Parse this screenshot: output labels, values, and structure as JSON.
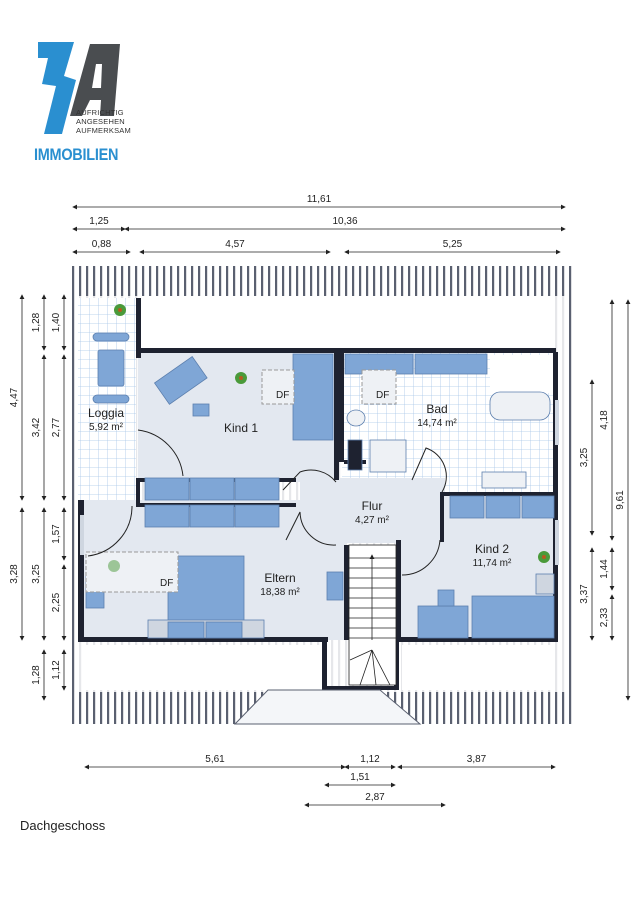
{
  "logo": {
    "mark": "3A",
    "taglines": [
      "AUFRICHTIG",
      "ANGESEHEN",
      "AUFMERKSAM"
    ],
    "name": "IMMOBILIEN",
    "colors": {
      "blue": "#2a8fd0",
      "grey": "#4a4d50"
    }
  },
  "floor_label": "Dachgeschoss",
  "rooms": {
    "loggia": {
      "name": "Loggia",
      "area": "5,92 m²"
    },
    "kind1": {
      "name": "Kind 1"
    },
    "bad": {
      "name": "Bad",
      "area": "14,74 m²"
    },
    "flur": {
      "name": "Flur",
      "area": "4,27 m²"
    },
    "kind2": {
      "name": "Kind 2",
      "area": "11,74 m²"
    },
    "eltern": {
      "name": "Eltern",
      "area": "18,38 m²"
    }
  },
  "window_label": "DF",
  "dimensions": {
    "top": [
      "11,61",
      "1,25",
      "10,36",
      "0,88",
      "4,57",
      "5,25"
    ],
    "left": [
      "4,47",
      "3,28",
      "1,28",
      "3,42",
      "3,25",
      "1,28",
      "1,40",
      "2,77",
      "1,57",
      "2,25",
      "1,12"
    ],
    "right": [
      "3,25",
      "3,37",
      "4,18",
      "1,44",
      "2,33",
      "9,61"
    ],
    "bottom": [
      "5,61",
      "1,12",
      "3,87",
      "1,51",
      "2,87"
    ]
  },
  "colors": {
    "furniture": "#7fa6d6",
    "floor": "#e3e8f0",
    "wall": "#1e2230",
    "tile_line": "#a9c6e8"
  }
}
